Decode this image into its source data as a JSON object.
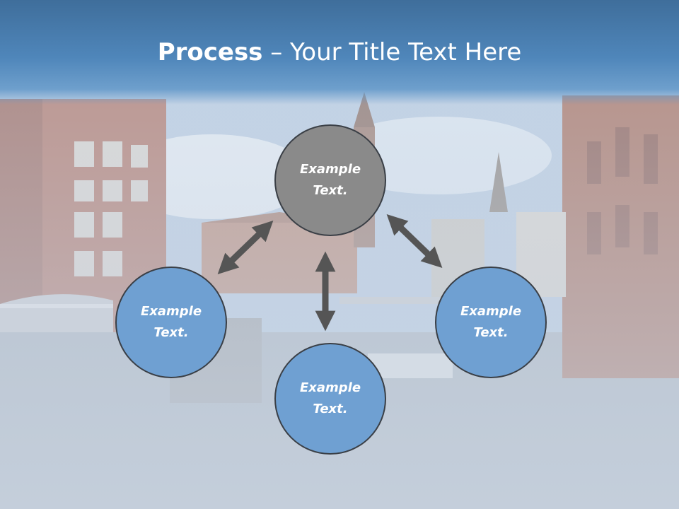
{
  "title": {
    "bold": "Process",
    "rest": " – Your Title Text Here"
  },
  "nodes": {
    "top": {
      "line1": "Example",
      "line2": "Text."
    },
    "left": {
      "line1": "Example",
      "line2": "Text."
    },
    "right": {
      "line1": "Example",
      "line2": "Text."
    },
    "bottom": {
      "line1": "Example",
      "line2": "Text."
    }
  },
  "colors": {
    "title_bar": "#4f86ba",
    "node_top": "#8a8a8a",
    "node_other": "#6fa0d2",
    "arrow": "#555555"
  }
}
